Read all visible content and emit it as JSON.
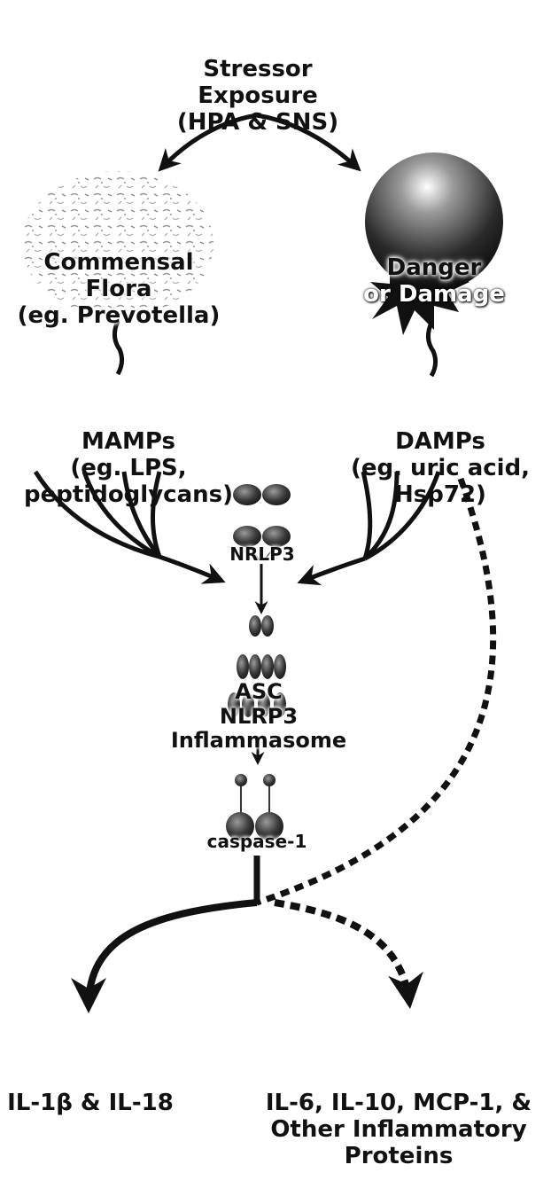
{
  "stressor": {
    "line1": "Stressor",
    "line2": "Exposure",
    "line3": "(HPA & SNS)"
  },
  "commensal": {
    "line1": "Commensal",
    "line2": "Flora",
    "line3": "(eg. Prevotella)"
  },
  "danger": {
    "line1": "Danger",
    "line2": "or Damage"
  },
  "mamps": {
    "line1": "MAMPs",
    "line2": "(eg. LPS,",
    "line3": "peptidoglycans)"
  },
  "damps": {
    "line1": "DAMPs",
    "line2": "(eg. uric acid,",
    "line3": "Hsp72)"
  },
  "nrlp3": {
    "label": "NRLP3"
  },
  "inflammasome": {
    "line1": "ASC",
    "line2": "NLRP3",
    "line3": "Inflammasome"
  },
  "caspase": {
    "label": "caspase-1"
  },
  "outputs": {
    "left": "IL-1β & IL-18",
    "right_line1": "IL-6, IL-10, MCP-1, &",
    "right_line2": "Other Inflammatory",
    "right_line3": "Proteins"
  },
  "colors": {
    "ink": "#111111",
    "dark_node": "#222222",
    "flora_gray": "#9a9a9a"
  }
}
